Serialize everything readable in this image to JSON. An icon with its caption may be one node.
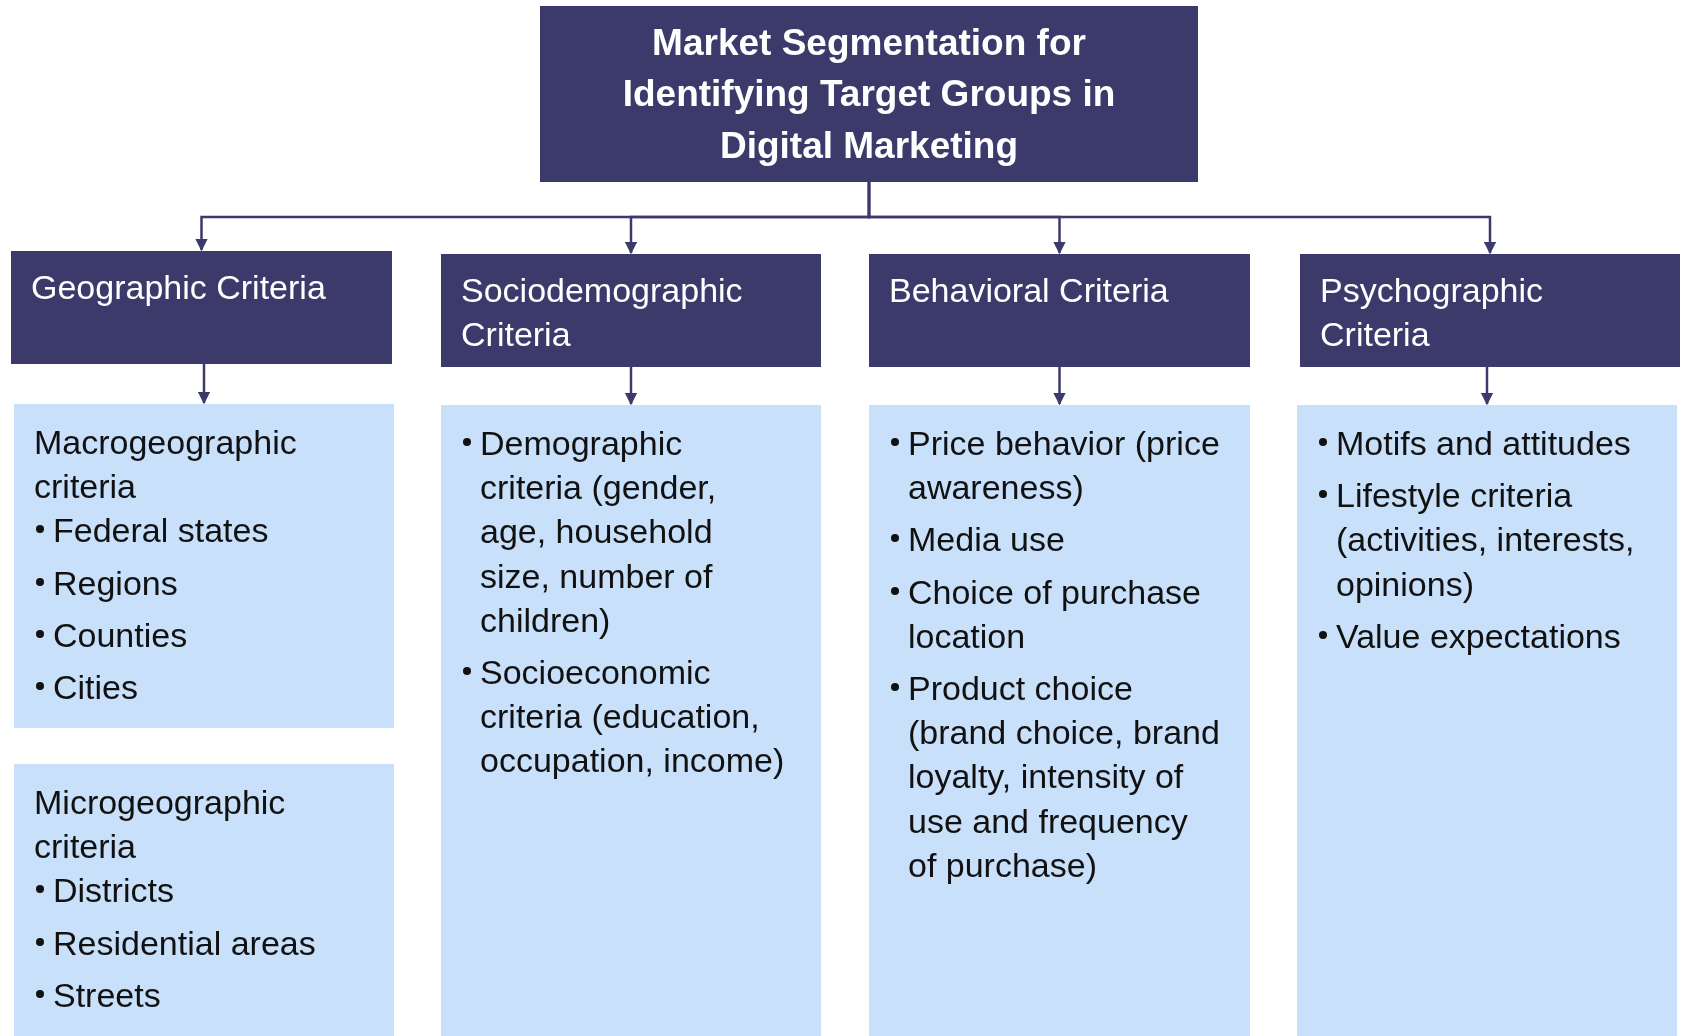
{
  "diagram": {
    "nodes": [
      {
        "text": [
          "Market Segmentation for Identifying Target Groups in Digital Marketing"
        ]
      },
      {
        "text": [
          "Geographic Criteria"
        ]
      },
      {
        "text": [
          "Sociodemographic Criteria"
        ]
      },
      {
        "text": [
          "Behavioral Criteria"
        ]
      },
      {
        "text": [
          "Psychographic Criteria"
        ]
      },
      {
        "text": [
          "Macrogeographic criteria",
          "Federal states",
          "Regions",
          "Counties",
          "Cities"
        ]
      },
      {
        "text": [
          "Microgeographic criteria",
          "Districts",
          "Residential areas",
          "Streets"
        ]
      },
      {
        "text": [
          "Demographic criteria (gender, age, household size, number of children)",
          "Socioeconomic criteria (education, occupation, income)"
        ]
      },
      {
        "text": [
          "Price behavior (price awareness)",
          "Media use",
          "Choice of purchase location",
          "Product choice (brand choice, brand loyalty, intensity of use and frequency of purchase)"
        ]
      },
      {
        "text": [
          "Motifs and attitudes",
          "Lifestyle criteria (activities, interests, opinions)",
          "Value expectations"
        ]
      }
    ],
    "edges": [
      {
        "from": 0,
        "to": 1,
        "arrow": "to"
      },
      {
        "from": 0,
        "to": 2,
        "arrow": "to"
      },
      {
        "from": 0,
        "to": 3,
        "arrow": "to"
      },
      {
        "from": 0,
        "to": 4,
        "arrow": "to"
      },
      {
        "from": 1,
        "to": 5,
        "arrow": "to"
      },
      {
        "from": 2,
        "to": 7,
        "arrow": "to"
      },
      {
        "from": 3,
        "to": 8,
        "arrow": "to"
      },
      {
        "from": 4,
        "to": 9,
        "arrow": "to"
      }
    ]
  }
}
